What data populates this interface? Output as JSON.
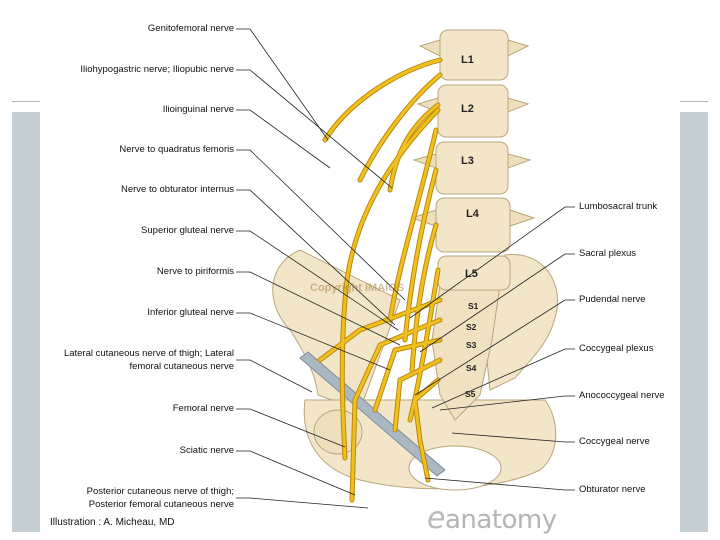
{
  "diagram": {
    "vertebrae": [
      "L1",
      "L2",
      "L3",
      "L4",
      "L5"
    ],
    "sacral_segments": [
      "S1",
      "S2",
      "S3",
      "S4",
      "S5"
    ],
    "left_labels": [
      "Genitofemoral nerve",
      "Iliohypogastric nerve; Iliopubic nerve",
      "Ilioinguinal nerve",
      "Nerve to quadratus femoris",
      "Nerve to obturator internus",
      "Superior gluteal nerve",
      "Nerve to piriformis",
      "Inferior gluteal nerve",
      "Lateral cutaneous nerve of thigh; Lateral",
      "femoral cutaneous nerve",
      "Femoral nerve",
      "Sciatic nerve",
      "Posterior cutaneous nerve of thigh;",
      "Posterior femoral cutaneous nerve"
    ],
    "right_labels": [
      "Lumbosacral trunk",
      "Sacral plexus",
      "Pudendal nerve",
      "Coccygeal plexus",
      "Anococcygeal nerve",
      "Coccygeal nerve",
      "Obturator nerve"
    ],
    "watermark": "Copyright IMAIOS",
    "credit": "Illustration : A. Micheau, MD",
    "logo_mark": "e",
    "logo_text": "anatomy",
    "colors": {
      "bone": "#f3e6c8",
      "bone_outline": "#b9a57c",
      "nerve": "#f2c01e",
      "nerve_outline": "#b88a0c",
      "ligament": "#aab8c4",
      "leader": "#222222",
      "band": "#c5cfd3"
    }
  }
}
